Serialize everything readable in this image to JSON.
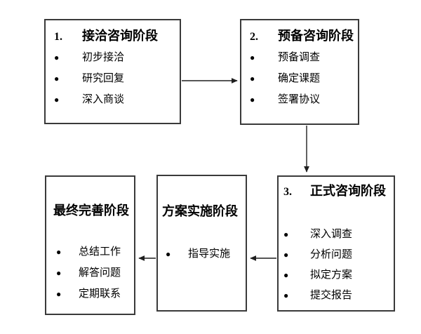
{
  "diagram": {
    "bullet": "●",
    "boxes": [
      {
        "number": "1.",
        "title": "接洽咨询阶段",
        "items": [
          "初步接洽",
          "研究回复",
          "深入商谈"
        ]
      },
      {
        "number": "2.",
        "title": "预备咨询阶段",
        "items": [
          "预备调查",
          "确定课题",
          "签署协议"
        ]
      },
      {
        "number": "3.",
        "title": "正式咨询阶段",
        "items": [
          "深入调查",
          "分析问题",
          "拟定方案",
          "提交报告"
        ]
      },
      {
        "number": "",
        "title": "方案实施阶段",
        "items": [
          "指导实施"
        ]
      },
      {
        "number": "",
        "title": "最终完善阶段",
        "items": [
          "总结工作",
          "解答问题",
          "定期联系"
        ]
      }
    ],
    "arrows": [
      {
        "name": "stage1-to-stage2",
        "direction": "right"
      },
      {
        "name": "stage2-to-stage3",
        "direction": "down"
      },
      {
        "name": "stage3-to-implementation",
        "direction": "left"
      },
      {
        "name": "implementation-to-final",
        "direction": "left"
      }
    ],
    "colors": {
      "background": "#ffffff",
      "border": "#3a3a3a",
      "arrow": "#1f1f1f",
      "text": "#000000"
    }
  }
}
